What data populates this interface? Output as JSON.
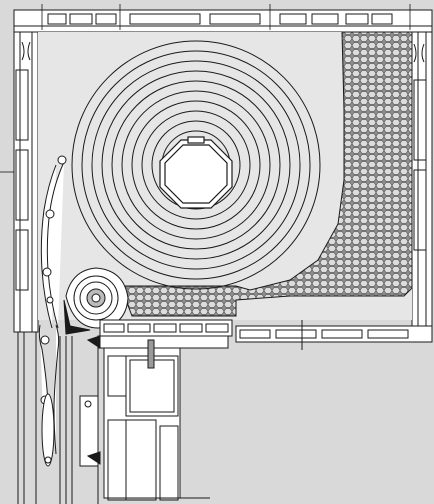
{
  "drawing": {
    "kind": "roller shutter box cross-section (CAD line drawing)",
    "colors": {
      "background": "#d9d9d9",
      "line": "#1a1a1a",
      "profile_fill": "#ffffff",
      "insulation_fill": "#9a9a9a",
      "box_interior": "#e6e6e6"
    },
    "elements": {
      "roller_rings": 9,
      "octagonal_axle": "octagon-axle",
      "insulation": "honeycomb-insulation",
      "guide_roller": "brush-guide-roller",
      "slat_curtain": "shutter-slats",
      "window_frame": "window-frame-profile"
    }
  }
}
